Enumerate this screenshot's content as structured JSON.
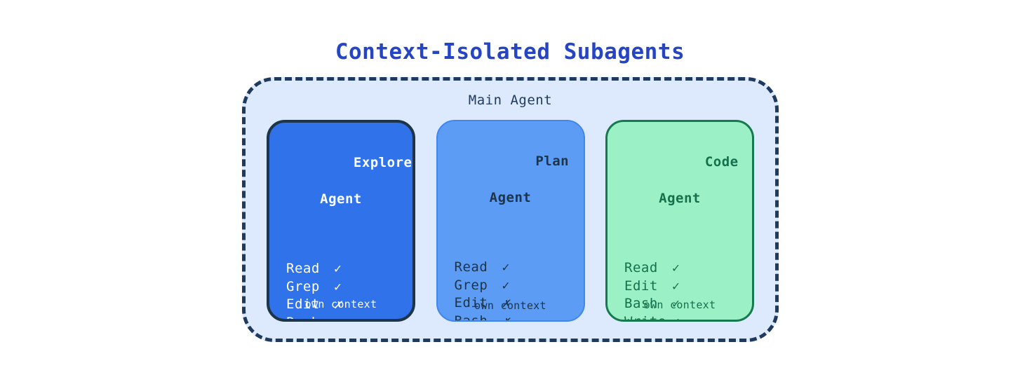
{
  "title": "Context-Isolated Subagents",
  "main_agent": {
    "label": "Main Agent",
    "container_fill": "#dde9fd",
    "border_color": "#1e3a5f",
    "border_style": "dashed"
  },
  "agents": [
    {
      "name_line1": "Explore",
      "name_line2": "Agent",
      "fill": "#2f72ea",
      "border": "#1e3448",
      "text": "#ffffff",
      "footer": "own context",
      "tools": [
        {
          "name": "Read",
          "mark": "✓",
          "allowed": true
        },
        {
          "name": "Grep",
          "mark": "✓",
          "allowed": true
        },
        {
          "name": "Edit",
          "mark": "✗",
          "allowed": false
        },
        {
          "name": "Bash",
          "mark": "✗",
          "allowed": false
        }
      ]
    },
    {
      "name_line1": "Plan",
      "name_line2": "Agent",
      "fill": "#5d9cf5",
      "border": "#3f86ef",
      "text": "#1e3448",
      "footer": "own context",
      "tools": [
        {
          "name": "Read",
          "mark": "✓",
          "allowed": true
        },
        {
          "name": "Grep",
          "mark": "✓",
          "allowed": true
        },
        {
          "name": "Edit",
          "mark": "✗",
          "allowed": false
        },
        {
          "name": "Bash",
          "mark": "✗",
          "allowed": false
        }
      ]
    },
    {
      "name_line1": "Code",
      "name_line2": "Agent",
      "fill": "#9cf0c5",
      "border": "#16794f",
      "text": "#15714c",
      "footer": "own context",
      "tools": [
        {
          "name": "Read",
          "mark": "✓",
          "allowed": true
        },
        {
          "name": "Edit",
          "mark": "✓",
          "allowed": true
        },
        {
          "name": "Bash",
          "mark": "✓",
          "allowed": true
        },
        {
          "name": "Write",
          "mark": "✓",
          "allowed": true
        }
      ]
    }
  ],
  "colors": {
    "title": "#2645c4",
    "page_background": "#ffffff"
  }
}
